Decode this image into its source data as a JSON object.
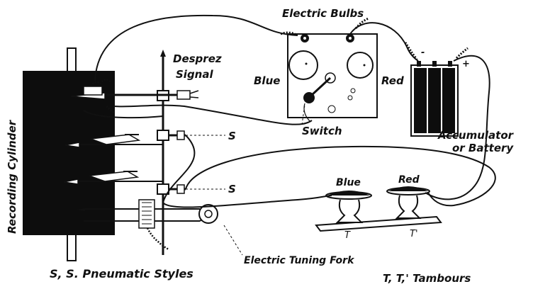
{
  "labels": {
    "electric_bulbs": "Electric Bulbs",
    "desprez_1": "Desprez",
    "desprez_2": "Signal",
    "blue_bulb": "Blue",
    "red_bulb": "Red",
    "switch": "Switch",
    "recording_cylinder": "Recording Cylinder",
    "s_upper": "S",
    "s_lower": "S",
    "accumulator_1": "Accumulator",
    "accumulator_2": "or Battery",
    "blue_tambour": "Blue",
    "red_tambour": "Red",
    "t_left": "T",
    "t_right": "T'",
    "tuning_fork": "Electric Tuning Fork",
    "pneumatic_styles": "S, S. Pneumatic Styles",
    "tambours": "T, T,' Tambours",
    "battery_minus": "-",
    "battery_plus": "+"
  },
  "colors": {
    "ink": "#111111",
    "paper": "#ffffff"
  }
}
